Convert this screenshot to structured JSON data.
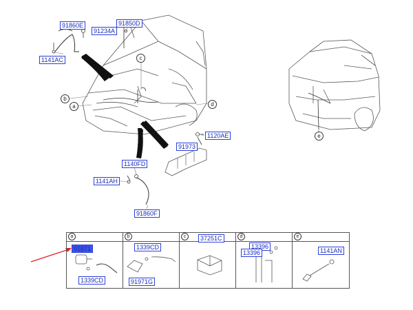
{
  "callouts": {
    "c1": "91860E",
    "c2": "91234A",
    "c3": "91850D",
    "c4": "1141AC",
    "c5": "1120AE",
    "c6": "91973",
    "c7": "1140FD",
    "c8": "1141AH",
    "c9": "91860F"
  },
  "circles": {
    "a": "a",
    "b": "b",
    "c": "c",
    "d": "d",
    "e": "e"
  },
  "table": {
    "cells": [
      {
        "letter": "a",
        "parts": [
          "91871",
          "1339CD"
        ]
      },
      {
        "letter": "b",
        "parts": [
          "1339CD",
          "91971G"
        ]
      },
      {
        "letter": "c",
        "parts": [
          "37251C"
        ]
      },
      {
        "letter": "d",
        "parts": [
          "13396",
          "13396"
        ]
      },
      {
        "letter": "e",
        "parts": [
          "1141AN"
        ]
      }
    ]
  },
  "colors": {
    "callout_border": "#2a3fd6",
    "callout_text": "#1a2bbd",
    "highlight": "#3b55e6",
    "arrow": "#e02020"
  }
}
